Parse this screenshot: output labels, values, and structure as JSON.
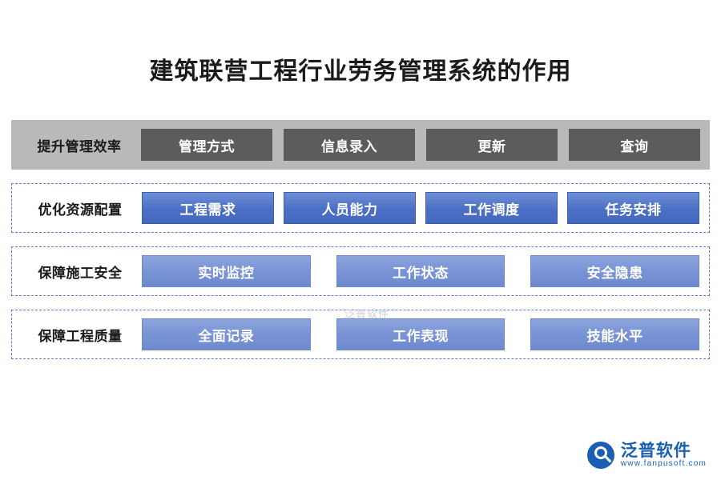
{
  "page": {
    "title": "建筑联营工程行业劳务管理系统的作用"
  },
  "diagram": {
    "rows": [
      {
        "label": "提升管理效率",
        "style": "gray",
        "cells": [
          "管理方式",
          "信息录入",
          "更新",
          "查询"
        ]
      },
      {
        "label": "优化资源配置",
        "style": "dashed",
        "cells": [
          "工程需求",
          "人员能力",
          "工作调度",
          "任务安排"
        ]
      },
      {
        "label": "保障施工安全",
        "style": "dashed",
        "cells": [
          "实时监控",
          "工作状态",
          "安全隐患"
        ]
      },
      {
        "label": "保障工程质量",
        "style": "dashed",
        "cells": [
          "全面记录",
          "工作表现",
          "技能水平"
        ]
      }
    ]
  },
  "watermark": {
    "text": "泛普软件"
  },
  "logo": {
    "cn": "泛普软件",
    "en": "www.fanpusoft.com"
  },
  "colors": {
    "accent": "#4a6fc4",
    "gray_row": "#b9b9b9",
    "dark_cell": "#5c5c5c",
    "dashed_border": "#5b7fc7",
    "logo": "#1a5fb4"
  }
}
